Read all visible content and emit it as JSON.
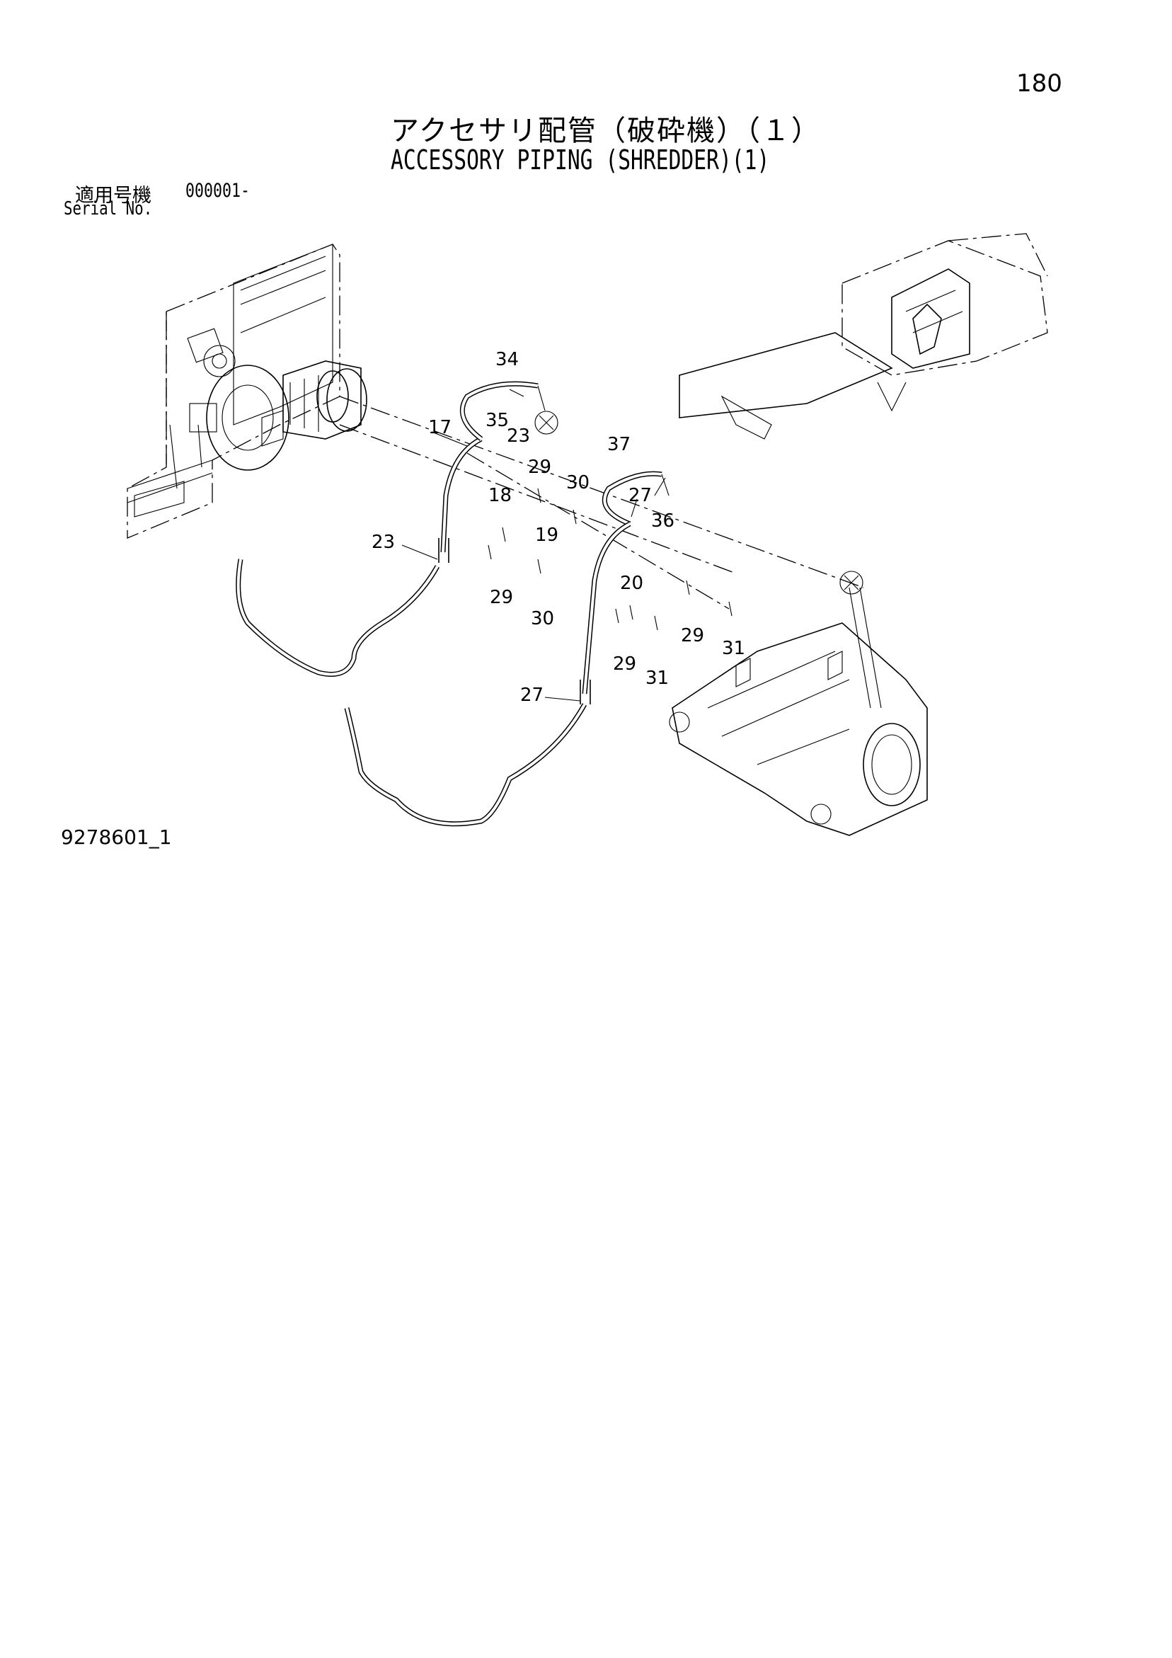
{
  "page_number": "180",
  "title_jp": "アクセサリ配管（破砕機）（１）",
  "title_en": "ACCESSORY PIPING (SHREDDER)(1)",
  "serial": {
    "label_jp": "適用号機",
    "value": "000001-",
    "label_en": "Serial No."
  },
  "drawing_code": "9278601_1",
  "callouts": [
    "34",
    "35",
    "17",
    "23",
    "29",
    "30",
    "18",
    "37",
    "27",
    "36",
    "23",
    "19",
    "29",
    "20",
    "30",
    "29",
    "31",
    "29",
    "31",
    "27",
    "X",
    "X"
  ]
}
